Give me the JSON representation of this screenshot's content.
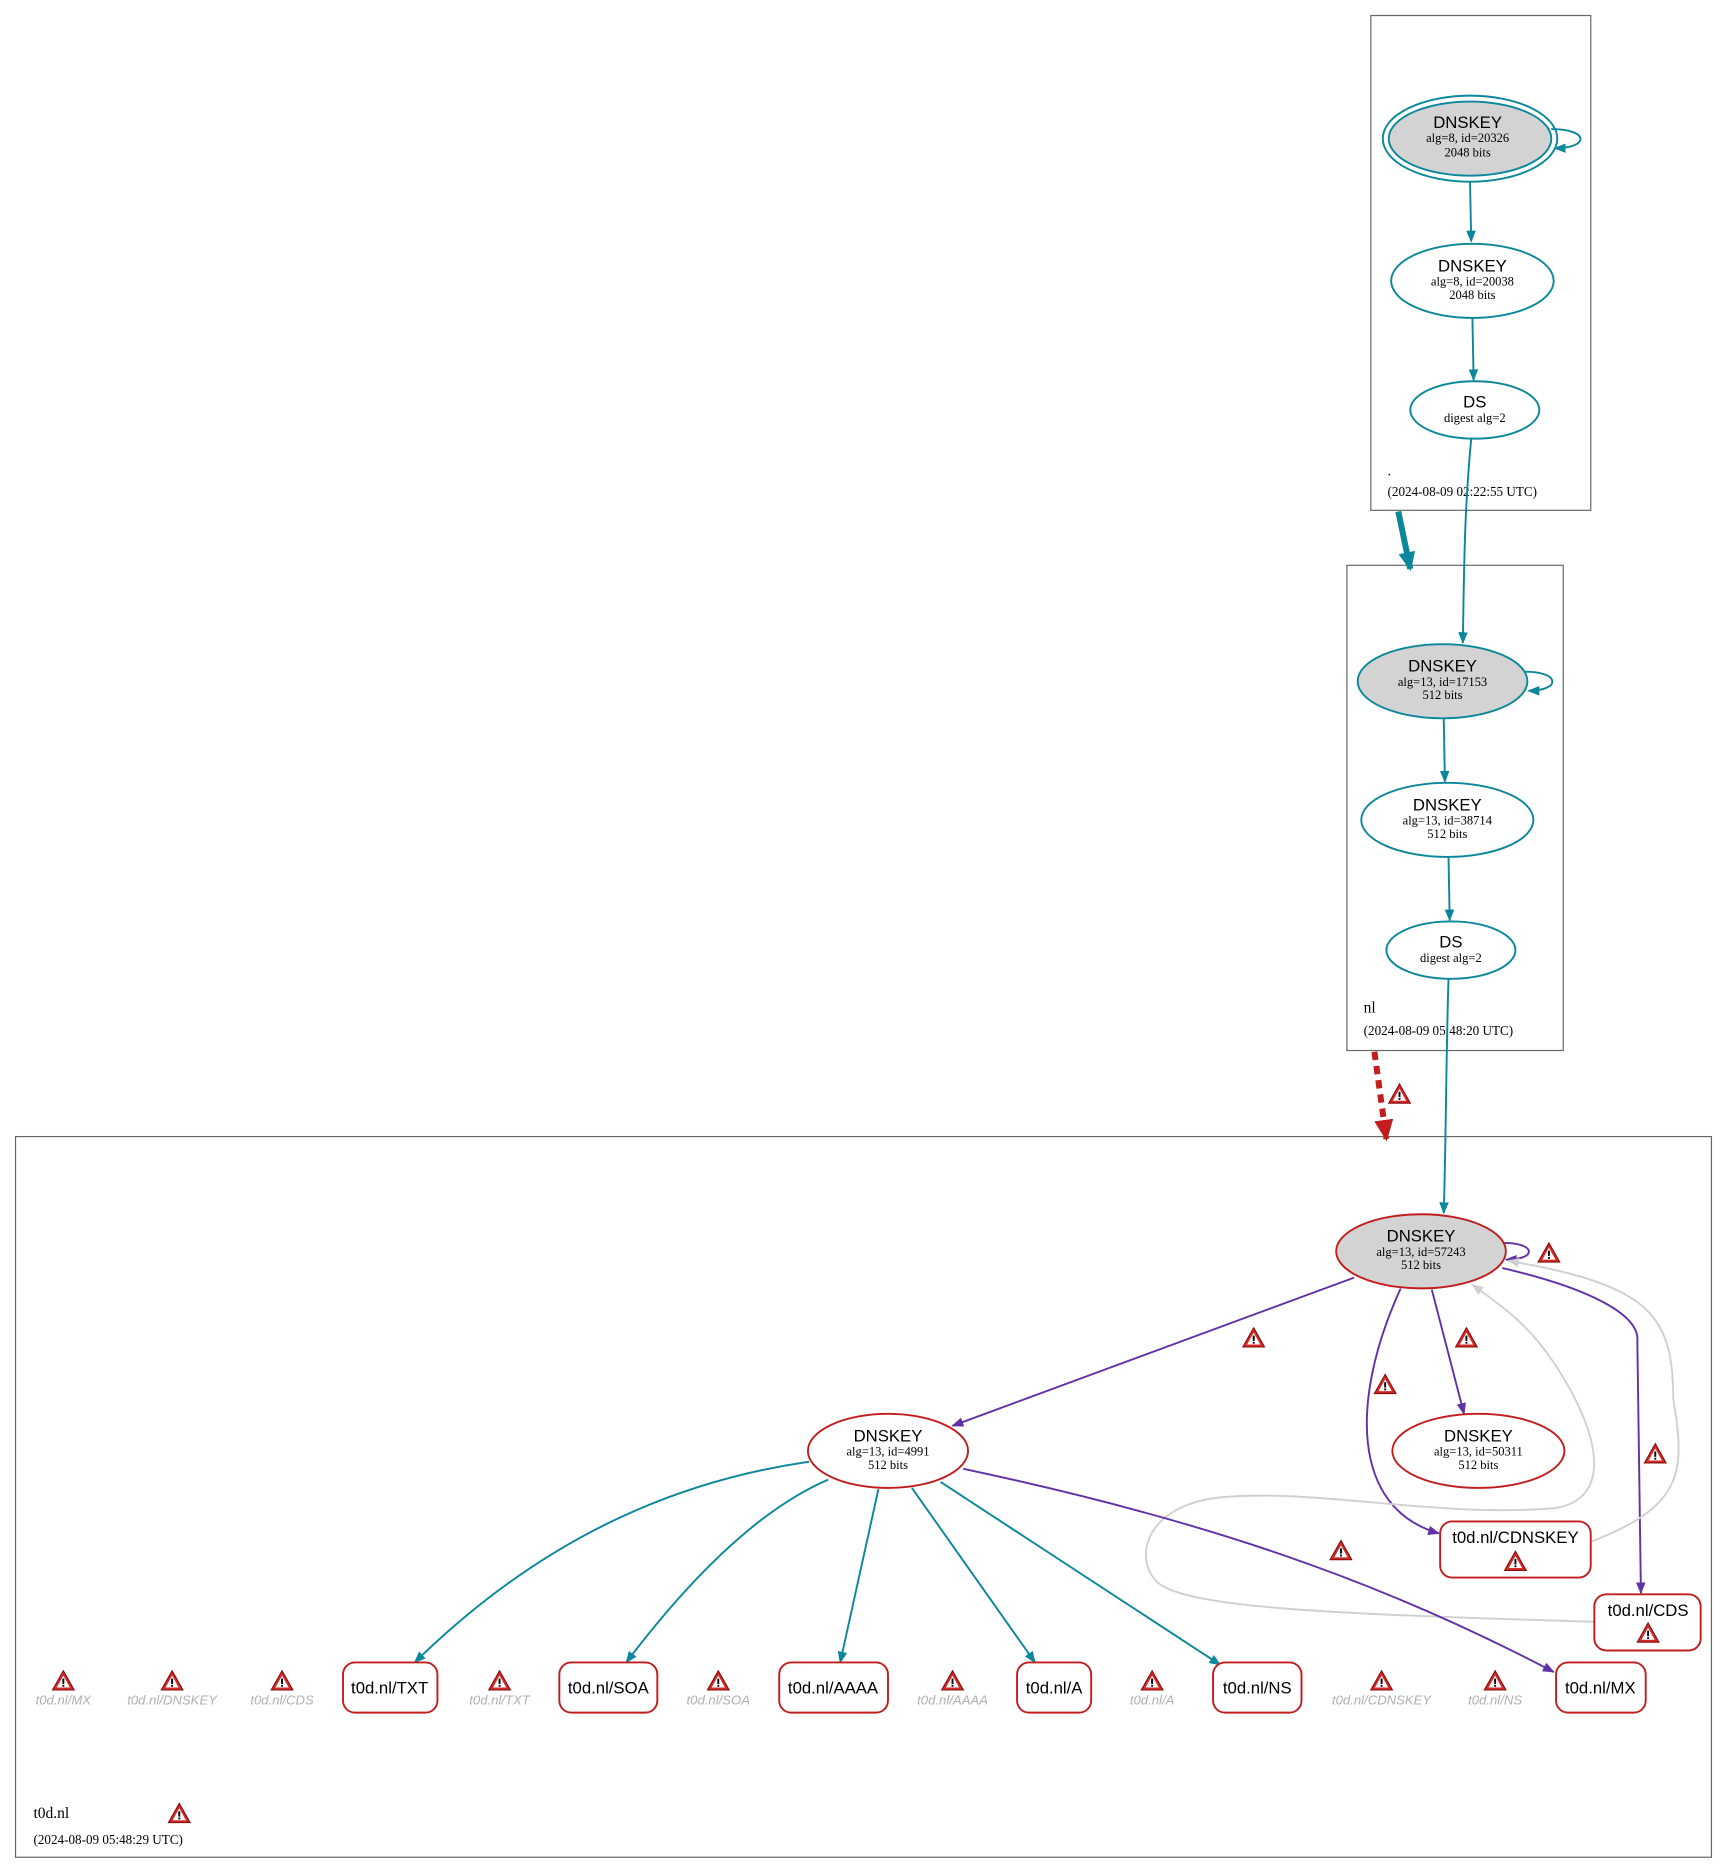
{
  "colors": {
    "valid": "#0a879a",
    "bogus": "#6131a7",
    "error": "#c21d1d",
    "insecure_key_fill": "#d3d3d3",
    "ignored": "#d0d0d0"
  },
  "zones": {
    "root": {
      "name": ".",
      "timestamp": "(2024-08-09 02:22:55 UTC)"
    },
    "nl": {
      "name": "nl",
      "timestamp": "(2024-08-09 05:48:20 UTC)"
    },
    "t0d": {
      "name": "t0d.nl",
      "timestamp": "(2024-08-09 05:48:29 UTC)"
    }
  },
  "nodes": {
    "root_ksk": {
      "type": "DNSKEY",
      "detail": "alg=8, id=20326",
      "size": "2048 bits"
    },
    "root_zsk": {
      "type": "DNSKEY",
      "detail": "alg=8, id=20038",
      "size": "2048 bits"
    },
    "root_ds": {
      "type": "DS",
      "detail": "digest alg=2"
    },
    "nl_ksk": {
      "type": "DNSKEY",
      "detail": "alg=13, id=17153",
      "size": "512 bits"
    },
    "nl_zsk": {
      "type": "DNSKEY",
      "detail": "alg=13, id=38714",
      "size": "512 bits"
    },
    "nl_ds": {
      "type": "DS",
      "detail": "digest alg=2"
    },
    "t0d_ksk": {
      "type": "DNSKEY",
      "detail": "alg=13, id=57243",
      "size": "512 bits"
    },
    "t0d_zsk": {
      "type": "DNSKEY",
      "detail": "alg=13, id=4991",
      "size": "512 bits"
    },
    "t0d_key3": {
      "type": "DNSKEY",
      "detail": "alg=13, id=50311",
      "size": "512 bits"
    }
  },
  "rrsets": {
    "cdnskey": "t0d.nl/CDNSKEY",
    "cds": "t0d.nl/CDS",
    "txt": "t0d.nl/TXT",
    "soa": "t0d.nl/SOA",
    "aaaa": "t0d.nl/AAAA",
    "a": "t0d.nl/A",
    "ns": "t0d.nl/NS",
    "mx": "t0d.nl/MX"
  },
  "missing": [
    "t0d.nl/MX",
    "t0d.nl/DNSKEY",
    "t0d.nl/CDS",
    "t0d.nl/TXT",
    "t0d.nl/SOA",
    "t0d.nl/AAAA",
    "t0d.nl/A",
    "t0d.nl/CDNSKEY",
    "t0d.nl/NS"
  ]
}
